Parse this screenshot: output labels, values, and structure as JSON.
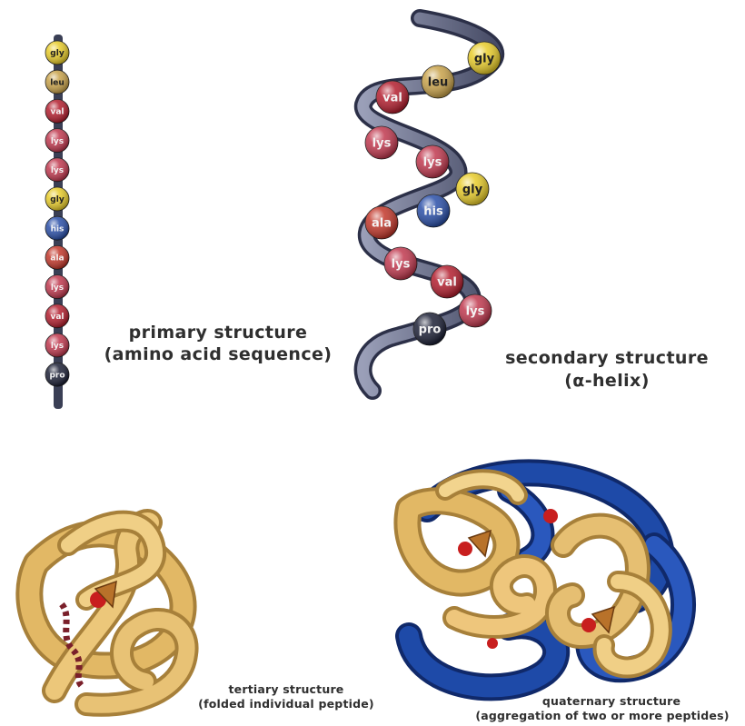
{
  "primary": {
    "title": "primary structure",
    "subtitle": "(amino acid sequence)",
    "chain": [
      {
        "label": "gly",
        "color": "#e8cc2a"
      },
      {
        "label": "leu",
        "color": "#c8a24a"
      },
      {
        "label": "val",
        "color": "#b31e2e"
      },
      {
        "label": "lys",
        "color": "#c0384e"
      },
      {
        "label": "lys",
        "color": "#c0384e"
      },
      {
        "label": "gly",
        "color": "#e8cc2a"
      },
      {
        "label": "his",
        "color": "#2a4fa8"
      },
      {
        "label": "ala",
        "color": "#c2372a"
      },
      {
        "label": "lys",
        "color": "#c0384e"
      },
      {
        "label": "val",
        "color": "#b31e2e"
      },
      {
        "label": "lys",
        "color": "#c0384e"
      },
      {
        "label": "pro",
        "color": "#1c2036"
      }
    ]
  },
  "secondary": {
    "title": "secondary structure",
    "subtitle": "(α-helix)",
    "helix": [
      {
        "label": "gly",
        "color": "#e8cc2a"
      },
      {
        "label": "leu",
        "color": "#c8a24a"
      },
      {
        "label": "val",
        "color": "#b31e2e"
      },
      {
        "label": "lys",
        "color": "#c0384e"
      },
      {
        "label": "lys",
        "color": "#c0384e"
      },
      {
        "label": "gly",
        "color": "#e8cc2a"
      },
      {
        "label": "his",
        "color": "#2a4fa8"
      },
      {
        "label": "ala",
        "color": "#c2372a"
      },
      {
        "label": "lys",
        "color": "#c0384e"
      },
      {
        "label": "val",
        "color": "#b31e2e"
      },
      {
        "label": "lys",
        "color": "#c0384e"
      },
      {
        "label": "pro",
        "color": "#1c2036"
      }
    ]
  },
  "tertiary": {
    "title": "tertiary structure",
    "subtitle": "(folded individual peptide)"
  },
  "quaternary": {
    "title": "quaternary structure",
    "subtitle": "(aggregation of two or more peptides)"
  },
  "colors": {
    "backbone": "#3a3f55",
    "ribbon": "#6a6f8a",
    "tube_gold": "#e2b865",
    "tube_gold_dark": "#a7803a",
    "tube_blue": "#1e4aa8",
    "tube_blue_dark": "#10296a",
    "heme_red": "#c81e1e"
  }
}
